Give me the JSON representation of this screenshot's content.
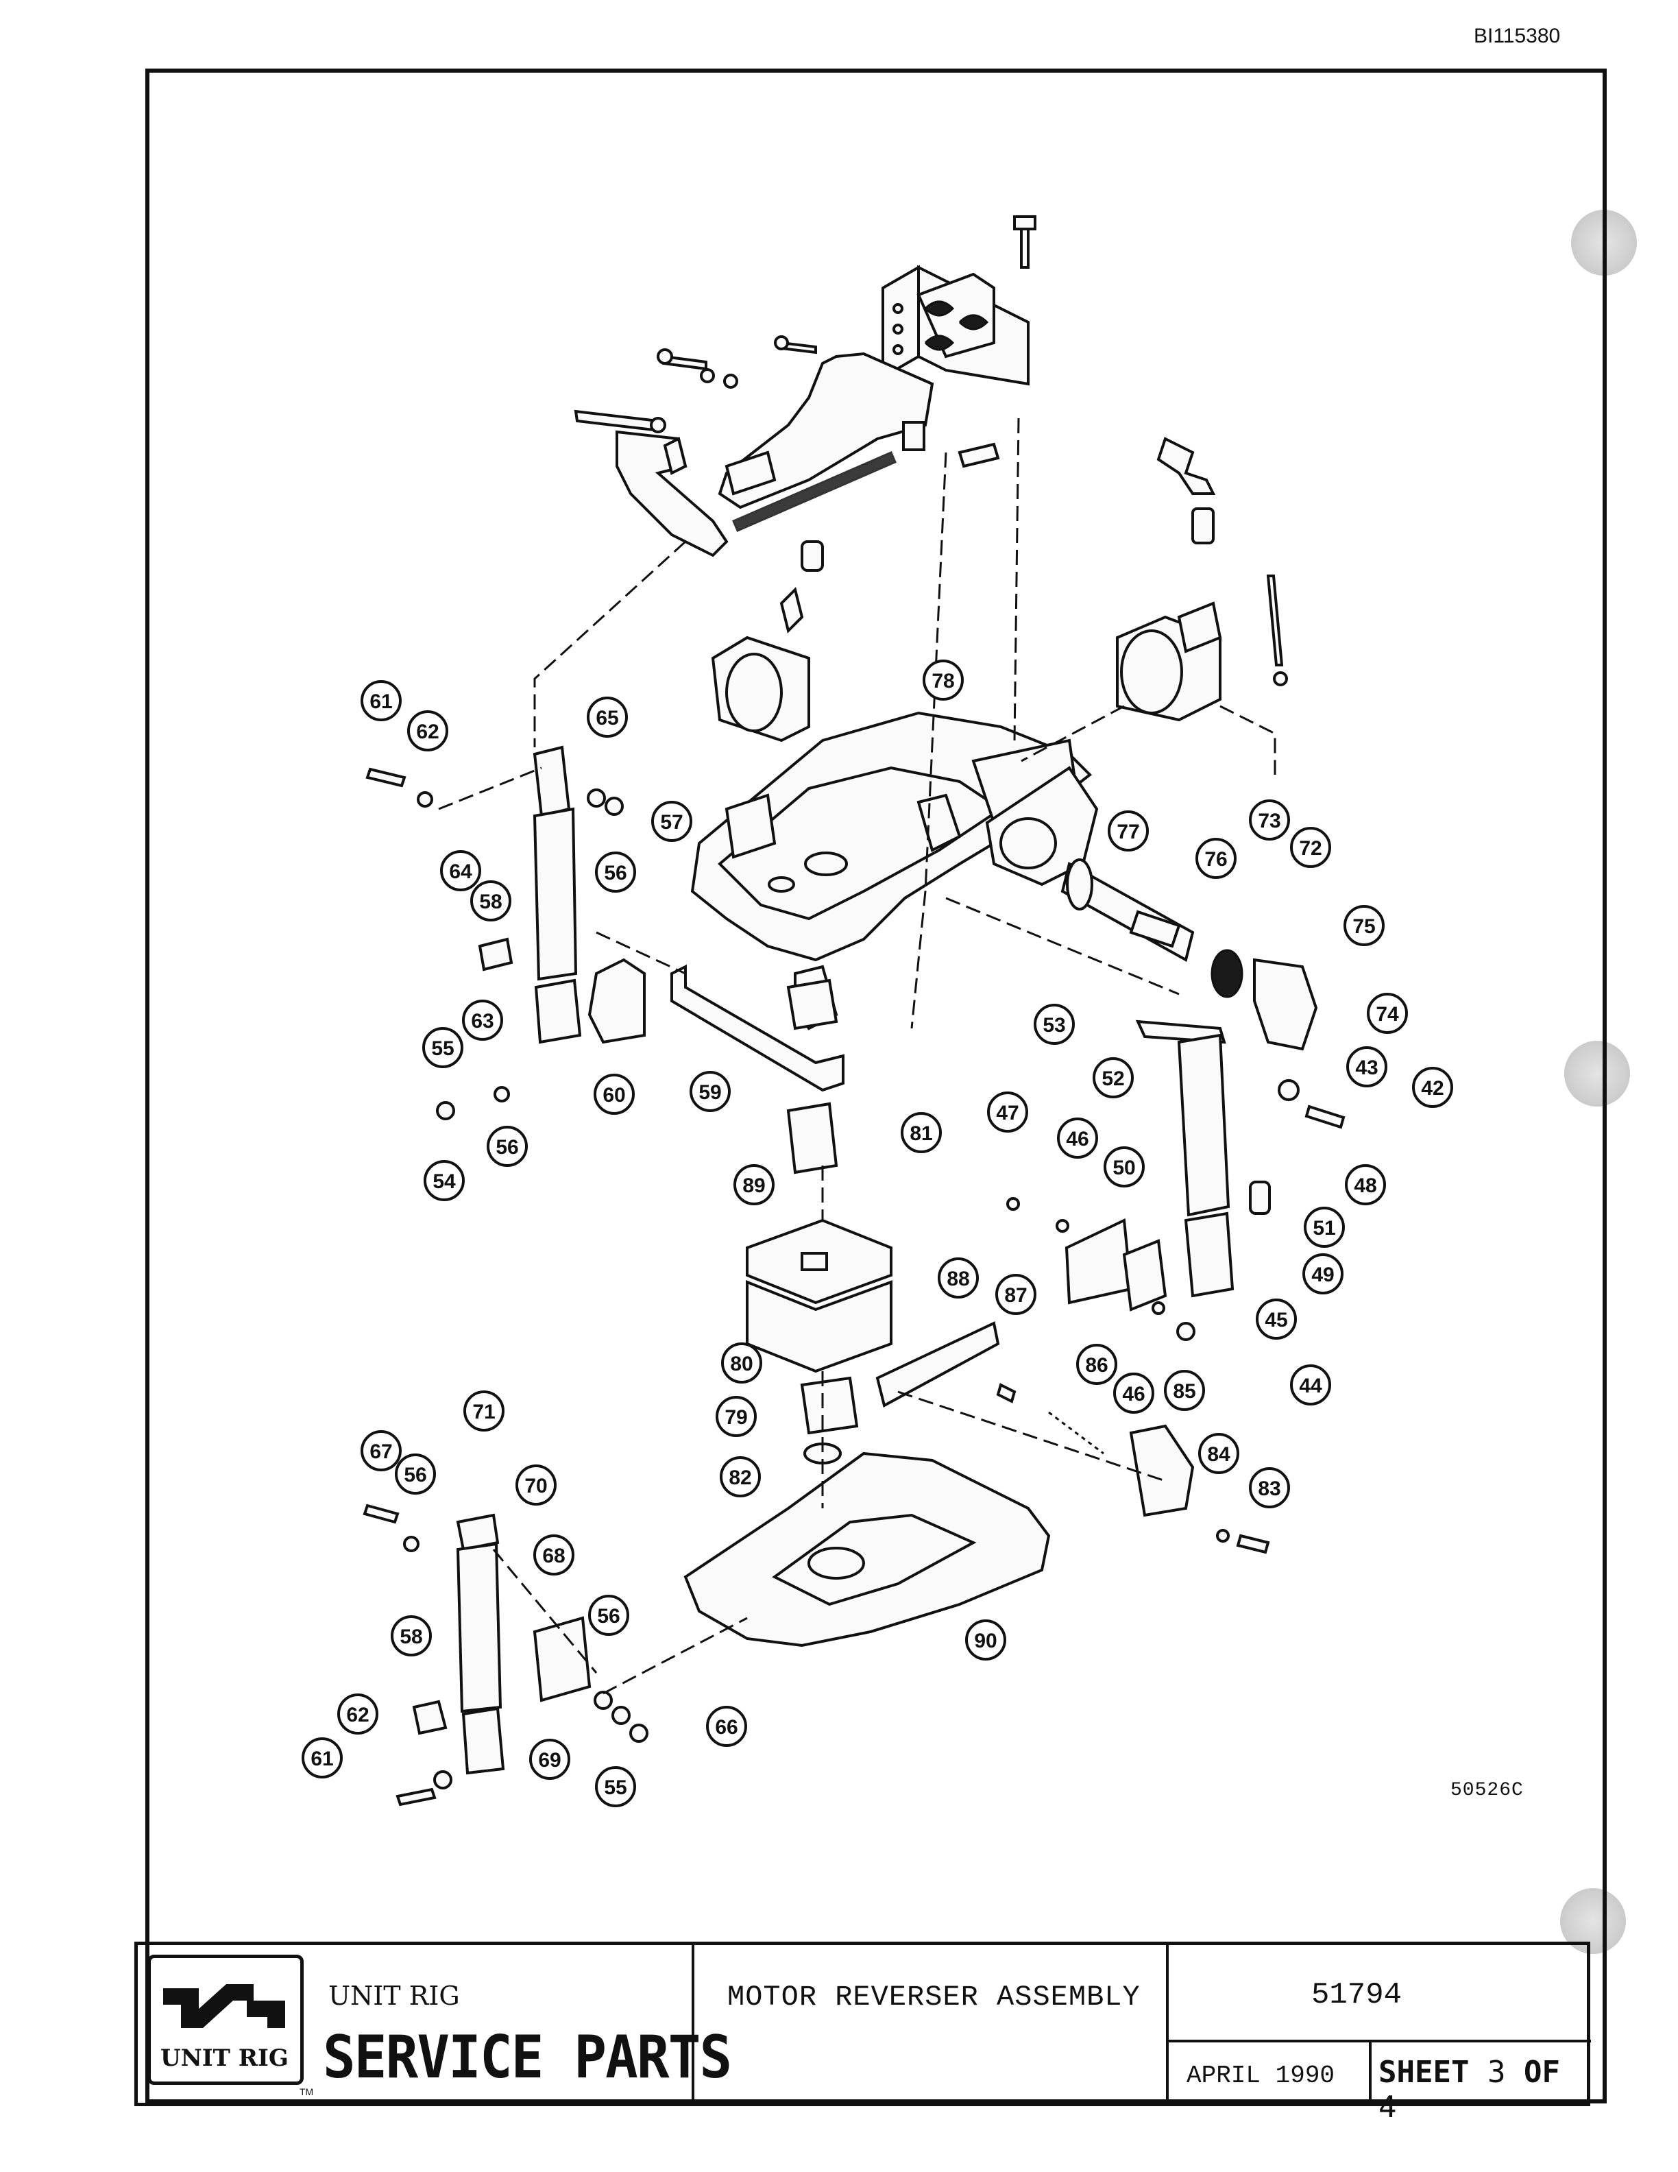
{
  "document_id": "BI115380",
  "drawing_number": "50526C",
  "callouts": [
    {
      "label": "42"
    },
    {
      "label": "43"
    },
    {
      "label": "44"
    },
    {
      "label": "45"
    },
    {
      "label": "46"
    },
    {
      "label": "46"
    },
    {
      "label": "47"
    },
    {
      "label": "48"
    },
    {
      "label": "49"
    },
    {
      "label": "50"
    },
    {
      "label": "51"
    },
    {
      "label": "52"
    },
    {
      "label": "53"
    },
    {
      "label": "54"
    },
    {
      "label": "55"
    },
    {
      "label": "55"
    },
    {
      "label": "56"
    },
    {
      "label": "56"
    },
    {
      "label": "56"
    },
    {
      "label": "56"
    },
    {
      "label": "57"
    },
    {
      "label": "58"
    },
    {
      "label": "58"
    },
    {
      "label": "59"
    },
    {
      "label": "60"
    },
    {
      "label": "61"
    },
    {
      "label": "61"
    },
    {
      "label": "62"
    },
    {
      "label": "62"
    },
    {
      "label": "63"
    },
    {
      "label": "64"
    },
    {
      "label": "65"
    },
    {
      "label": "66"
    },
    {
      "label": "67"
    },
    {
      "label": "68"
    },
    {
      "label": "69"
    },
    {
      "label": "70"
    },
    {
      "label": "71"
    },
    {
      "label": "72"
    },
    {
      "label": "73"
    },
    {
      "label": "74"
    },
    {
      "label": "75"
    },
    {
      "label": "76"
    },
    {
      "label": "77"
    },
    {
      "label": "78"
    },
    {
      "label": "79"
    },
    {
      "label": "80"
    },
    {
      "label": "81"
    },
    {
      "label": "82"
    },
    {
      "label": "83"
    },
    {
      "label": "84"
    },
    {
      "label": "85"
    },
    {
      "label": "86"
    },
    {
      "label": "87"
    },
    {
      "label": "88"
    },
    {
      "label": "89"
    },
    {
      "label": "90"
    }
  ],
  "title_block": {
    "logo_text": "UNIT RIG",
    "trademark": "TM",
    "company": "UNIT RIG",
    "heading": "SERVICE PARTS",
    "title": "MOTOR REVERSER ASSEMBLY",
    "part_number": "51794",
    "date": "APRIL 1990",
    "sheet_word": "SHEET",
    "sheet_number": "3",
    "of_word": "OF",
    "sheet_total": "4"
  }
}
